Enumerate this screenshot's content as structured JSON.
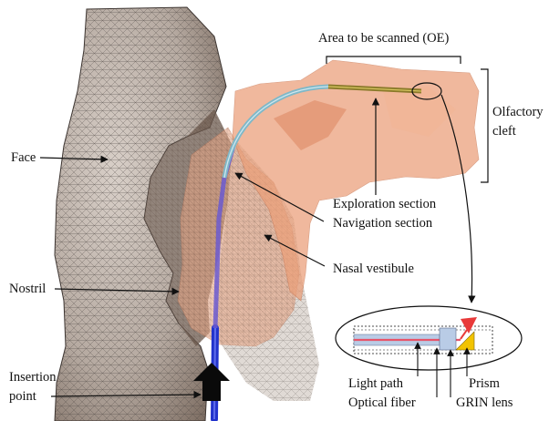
{
  "labels": {
    "area_scanned": "Area to be scanned (OE)",
    "olfactory_cleft_line1": "Olfactory",
    "olfactory_cleft_line2": "cleft",
    "face": "Face",
    "exploration_section": "Exploration section",
    "navigation_section": "Navigation section",
    "nasal_vestibule": "Nasal vestibule",
    "nostril": "Nostril",
    "insertion_point_line1": "Insertion",
    "insertion_point_line2": "point",
    "light_path": "Light path",
    "optical_fiber": "Optical fiber",
    "prism": "Prism",
    "grin_lens": "GRIN lens"
  },
  "colors": {
    "mesh_face": "#b8ada5",
    "mesh_shadow": "#6d5a4e",
    "nasal_tissue": "#e7a888",
    "olfactory_tissue": "#eb9e78",
    "navigation_tube": "#7fb8c8",
    "exploration_tube": "#8a7a2a",
    "insertion_rod": "#2233cc",
    "light_path": "#e8546a",
    "prism": "#e83a3a",
    "grin_lens": "#f2c300",
    "fiber_housing": "#b9cce6"
  },
  "icons": {
    "insertion_arrow": "thick-up-arrow-icon"
  }
}
